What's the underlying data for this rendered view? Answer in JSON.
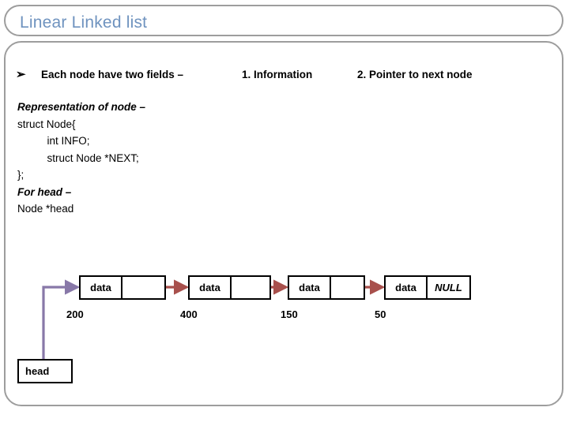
{
  "slide": {
    "title": "Linear Linked list",
    "bullet": {
      "marker": "➢",
      "text": "Each node have two fields –",
      "field_one": "1. Information",
      "field_two": "2. Pointer to next node"
    },
    "code_lines": [
      {
        "text": "Representation of node –",
        "style": "em"
      },
      {
        "text": "struct Node{",
        "style": "plain"
      },
      {
        "text": "          int INFO;",
        "style": "plain"
      },
      {
        "text": "          struct Node *NEXT;",
        "style": "plain"
      },
      {
        "text": "};",
        "style": "plain"
      },
      {
        "text": "For head –",
        "style": "em"
      },
      {
        "text": "Node *head",
        "style": "plain"
      }
    ],
    "diagram": {
      "head_label": "head",
      "nodes": [
        {
          "data_label": "data",
          "pointer_label": "",
          "address": "200"
        },
        {
          "data_label": "data",
          "pointer_label": "",
          "address": "400"
        },
        {
          "data_label": "data",
          "pointer_label": "",
          "address": "150"
        },
        {
          "data_label": "data",
          "pointer_label": "NULL",
          "address": "50"
        }
      ]
    },
    "colors": {
      "title_blue": "#6f93bf",
      "frame_gray": "#9d9d9d",
      "link_red": "#a8504c",
      "head_purple": "#8878a8",
      "node_black": "#000000"
    }
  }
}
